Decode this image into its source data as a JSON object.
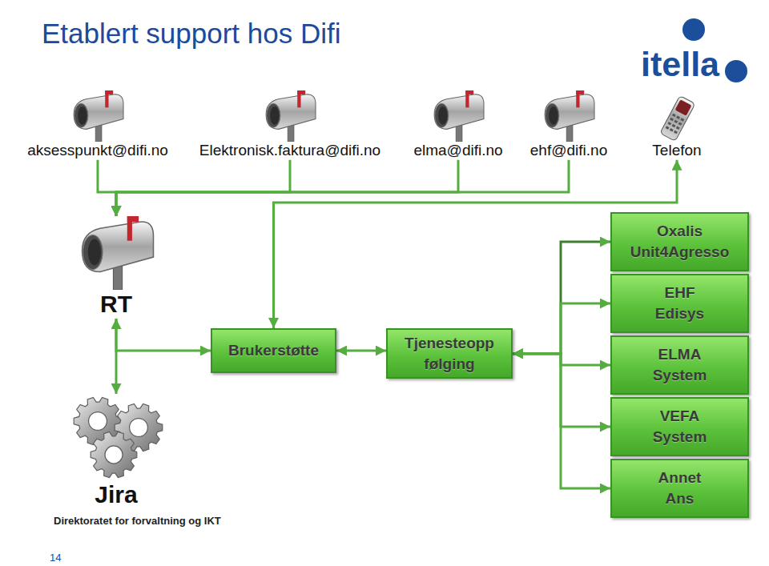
{
  "diagram": {
    "title": "Etablert support hos Difi",
    "nodes": [
      {
        "text": [
          "aksesspunkt@difi.no"
        ]
      },
      {
        "text": [
          "Elektronisk.faktura@difi.no"
        ]
      },
      {
        "text": [
          "elma@difi.no"
        ]
      },
      {
        "text": [
          "ehf@difi.no"
        ]
      },
      {
        "text": [
          "Telefon"
        ]
      },
      {
        "text": [
          "RT"
        ]
      },
      {
        "text": [
          "Brukerstøtte"
        ]
      },
      {
        "text": [
          "Tjenesteopp følging"
        ]
      },
      {
        "text": [
          "Oxalis",
          "Unit4Agresso"
        ]
      },
      {
        "text": [
          "EHF",
          "Edisys"
        ]
      },
      {
        "text": [
          "ELMA",
          "System"
        ]
      },
      {
        "text": [
          "VEFA",
          "System"
        ]
      },
      {
        "text": [
          "Annet",
          "Ans"
        ]
      },
      {
        "text": [
          "Jira"
        ]
      }
    ],
    "edges": [
      {
        "from": 0,
        "to": 5,
        "arrow": "to"
      },
      {
        "from": 1,
        "to": 5,
        "arrow": "to"
      },
      {
        "from": 2,
        "to": 5,
        "arrow": "to"
      },
      {
        "from": 3,
        "to": 5,
        "arrow": "to"
      },
      {
        "from": 4,
        "to": 6,
        "arrow": "both"
      },
      {
        "from": 5,
        "to": 13,
        "arrow": "both"
      },
      {
        "from": 5,
        "to": 6,
        "arrow": "to"
      },
      {
        "from": 6,
        "to": 7,
        "arrow": "both"
      },
      {
        "from": 7,
        "to": 8,
        "arrow": "both"
      },
      {
        "from": 7,
        "to": 9,
        "arrow": "both"
      },
      {
        "from": 7,
        "to": 10,
        "arrow": "both"
      },
      {
        "from": 7,
        "to": 11,
        "arrow": "both"
      },
      {
        "from": 7,
        "to": 12,
        "arrow": "both"
      }
    ],
    "labels": [
      "itella",
      "Direktoratet for forvaltning og IKT",
      "14"
    ]
  }
}
